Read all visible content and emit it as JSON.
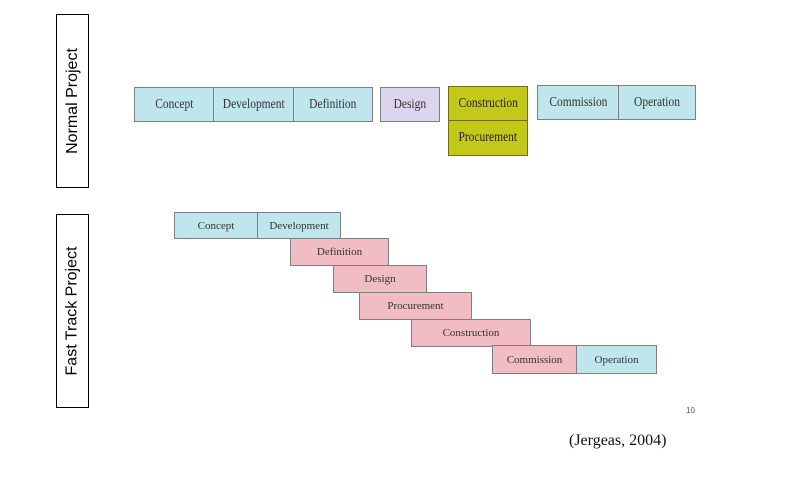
{
  "labels": {
    "normal_project": "Normal Project",
    "fast_track_project": "Fast Track Project"
  },
  "normal": {
    "concept": "Concept",
    "development": "Development",
    "definition": "Definition",
    "design": "Design",
    "construction": "Construction",
    "procurement": "Procurement",
    "commission": "Commission",
    "operation": "Operation"
  },
  "fast": {
    "concept": "Concept",
    "development": "Development",
    "definition": "Definition",
    "design": "Design",
    "procurement": "Procurement",
    "construction": "Construction",
    "commission": "Commission",
    "operation": "Operation"
  },
  "colors": {
    "blue": "#bfe6ec",
    "lavender": "#ddd5ee",
    "olive": "#c4c81a",
    "pink": "#f1bcc4"
  },
  "citation": "(Jergeas, 2004)",
  "page_number": "10"
}
